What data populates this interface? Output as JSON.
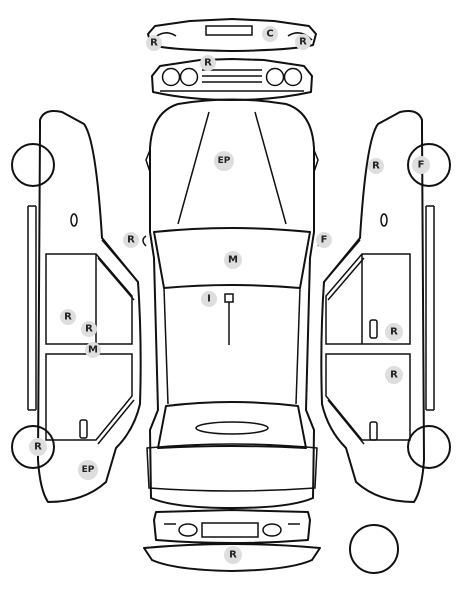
{
  "colors": {
    "line": "#111111",
    "label_fill": "#dedede",
    "label_text": "#222222"
  },
  "labels": {
    "front_bumper_left_r": "R",
    "front_bumper_c": "C",
    "front_bumper_right_r": "R",
    "front_grille_r": "R",
    "hood_ep": "EP",
    "right_front_wheel_f": "F",
    "right_fender_r": "R",
    "left_mirror_r": "R",
    "right_mirror_f": "F",
    "windshield_m": "M",
    "roof_i": "I",
    "left_front_door_r": "R",
    "left_pillar_r": "R",
    "left_pillar_m": "M",
    "right_front_door_r": "R",
    "right_rear_door_r": "R",
    "left_rear_wheel_r": "R",
    "left_rear_quarter_ep": "EP",
    "rear_bumper_r": "R"
  }
}
